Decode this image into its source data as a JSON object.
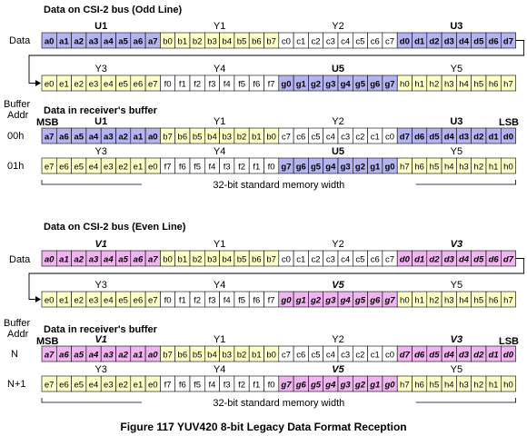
{
  "colors": {
    "u_fill": "#b4b4f0",
    "y_fill": "#ffffc8",
    "w_fill": "#ffffff",
    "v_fill": "#f0b4f0",
    "border": "#000000"
  },
  "caption": "Figure 117 YUV420 8-bit Legacy Data Format Reception",
  "labels": {
    "data": "Data",
    "buffer_addr_top": "Buffer",
    "buffer_addr_bottom": "Addr",
    "msb": "MSB",
    "lsb": "LSB",
    "width": "32-bit standard memory width"
  },
  "odd": {
    "title_bus": "Data on CSI-2 bus  (Odd Line)",
    "title_buf": "Data in receiver's buffer",
    "addr_row1": "00h",
    "addr_row2": "01h",
    "bus_row1_groups": [
      "U1",
      "Y1",
      "Y2",
      "U3"
    ],
    "bus_row2_groups": [
      "Y3",
      "Y4",
      "U5",
      "Y5"
    ],
    "buf_row1_groups": [
      "U1",
      "Y1",
      "Y2",
      "U3"
    ],
    "buf_row2_groups": [
      "Y3",
      "Y4",
      "U5",
      "Y5"
    ],
    "bus_row1": [
      [
        "a0",
        "a1",
        "a2",
        "a3",
        "a4",
        "a5",
        "a6",
        "a7"
      ],
      [
        "b0",
        "b1",
        "b2",
        "b3",
        "b4",
        "b5",
        "b6",
        "b7"
      ],
      [
        "c0",
        "c1",
        "c2",
        "c3",
        "c4",
        "c5",
        "c6",
        "c7"
      ],
      [
        "d0",
        "d1",
        "d2",
        "d3",
        "d4",
        "d5",
        "d6",
        "d7"
      ]
    ],
    "bus_row2": [
      [
        "e0",
        "e1",
        "e2",
        "e3",
        "e4",
        "e5",
        "e6",
        "e7"
      ],
      [
        "f0",
        "f1",
        "f2",
        "f3",
        "f4",
        "f5",
        "f6",
        "f7"
      ],
      [
        "g0",
        "g1",
        "g2",
        "g3",
        "g4",
        "g5",
        "g6",
        "g7"
      ],
      [
        "h0",
        "h1",
        "h2",
        "h3",
        "h4",
        "h5",
        "h6",
        "h7"
      ]
    ],
    "buf_row1": [
      [
        "a7",
        "a6",
        "a5",
        "a4",
        "a3",
        "a2",
        "a1",
        "a0"
      ],
      [
        "b7",
        "b6",
        "b5",
        "b4",
        "b3",
        "b2",
        "b1",
        "b0"
      ],
      [
        "c7",
        "c6",
        "c5",
        "c4",
        "c3",
        "c2",
        "c1",
        "c0"
      ],
      [
        "d7",
        "d6",
        "d5",
        "d4",
        "d3",
        "d2",
        "d1",
        "d0"
      ]
    ],
    "buf_row2": [
      [
        "e7",
        "e6",
        "e5",
        "e4",
        "e3",
        "e2",
        "e1",
        "e0"
      ],
      [
        "f7",
        "f6",
        "f5",
        "f4",
        "f3",
        "f2",
        "f1",
        "f0"
      ],
      [
        "g7",
        "g6",
        "g5",
        "g4",
        "g3",
        "g2",
        "g1",
        "g0"
      ],
      [
        "h7",
        "h6",
        "h5",
        "h4",
        "h3",
        "h2",
        "h1",
        "h0"
      ]
    ]
  },
  "even": {
    "title_bus": "Data on CSI-2 bus  (Even Line)",
    "title_buf": "Data in receiver's buffer",
    "addr_row1": "N",
    "addr_row2": "N+1",
    "bus_row1_groups": [
      "V1",
      "Y1",
      "Y2",
      "V3"
    ],
    "bus_row2_groups": [
      "Y3",
      "Y4",
      "V5",
      "Y5"
    ],
    "buf_row1_groups": [
      "V1",
      "Y1",
      "Y2",
      "V3"
    ],
    "buf_row2_groups": [
      "Y3",
      "Y4",
      "V5",
      "Y5"
    ],
    "bus_row1": [
      [
        "a0",
        "a1",
        "a2",
        "a3",
        "a4",
        "a5",
        "a6",
        "a7"
      ],
      [
        "b0",
        "b1",
        "b2",
        "b3",
        "b4",
        "b5",
        "b6",
        "b7"
      ],
      [
        "c0",
        "c1",
        "c2",
        "c3",
        "c4",
        "c5",
        "c6",
        "c7"
      ],
      [
        "d0",
        "d1",
        "d2",
        "d3",
        "d4",
        "d5",
        "d6",
        "d7"
      ]
    ],
    "bus_row2": [
      [
        "e0",
        "e1",
        "e2",
        "e3",
        "e4",
        "e5",
        "e6",
        "e7"
      ],
      [
        "f0",
        "f1",
        "f2",
        "f3",
        "f4",
        "f5",
        "f6",
        "f7"
      ],
      [
        "g0",
        "g1",
        "g2",
        "g3",
        "g4",
        "g5",
        "g6",
        "g7"
      ],
      [
        "h0",
        "h1",
        "h2",
        "h3",
        "h4",
        "h5",
        "h6",
        "h7"
      ]
    ],
    "buf_row1": [
      [
        "a7",
        "a6",
        "a5",
        "a4",
        "a3",
        "a2",
        "a1",
        "a0"
      ],
      [
        "b7",
        "b6",
        "b5",
        "b4",
        "b3",
        "b2",
        "b1",
        "b0"
      ],
      [
        "c7",
        "c6",
        "c5",
        "c4",
        "c3",
        "c2",
        "c1",
        "c0"
      ],
      [
        "d7",
        "d6",
        "d5",
        "d4",
        "d3",
        "d2",
        "d1",
        "d0"
      ]
    ],
    "buf_row2": [
      [
        "e7",
        "e6",
        "e5",
        "e4",
        "e3",
        "e2",
        "e1",
        "e0"
      ],
      [
        "f7",
        "f6",
        "f5",
        "f4",
        "f3",
        "f2",
        "f1",
        "f0"
      ],
      [
        "g7",
        "g6",
        "g5",
        "g4",
        "g3",
        "g2",
        "g1",
        "g0"
      ],
      [
        "h7",
        "h6",
        "h5",
        "h4",
        "h3",
        "h2",
        "h1",
        "h0"
      ]
    ]
  }
}
